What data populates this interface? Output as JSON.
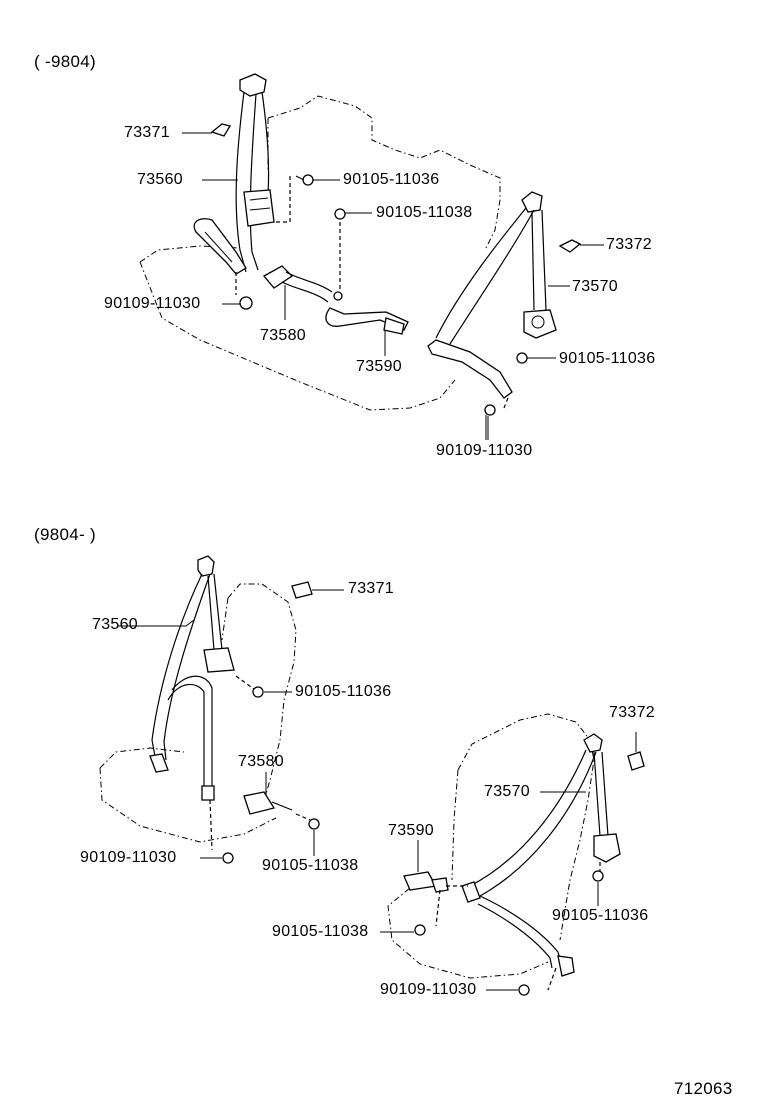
{
  "sections": {
    "upper_range": "(      -9804)",
    "lower_range": "(9804-       )"
  },
  "upper": {
    "p73371": "73371",
    "p73560": "73560",
    "p90105_11036_a": "90105-11036",
    "p90105_11038": "90105-11038",
    "p73372": "73372",
    "p73570": "73570",
    "p90109_11030_a": "90109-11030",
    "p73580": "73580",
    "p73590": "73590",
    "p90105_11036_b": "90105-11036",
    "p90109_11030_b": "90109-11030"
  },
  "lower": {
    "p73371": "73371",
    "p73560": "73560",
    "p90105_11036_a": "90105-11036",
    "p73372": "73372",
    "p73580": "73580",
    "p73570": "73570",
    "p73590": "73590",
    "p90109_11030_a": "90109-11030",
    "p90105_11038_a": "90105-11038",
    "p90105_11036_b": "90105-11036",
    "p90105_11038_b": "90105-11038",
    "p90109_11030_b": "90109-11030"
  },
  "figure_number": "712063"
}
